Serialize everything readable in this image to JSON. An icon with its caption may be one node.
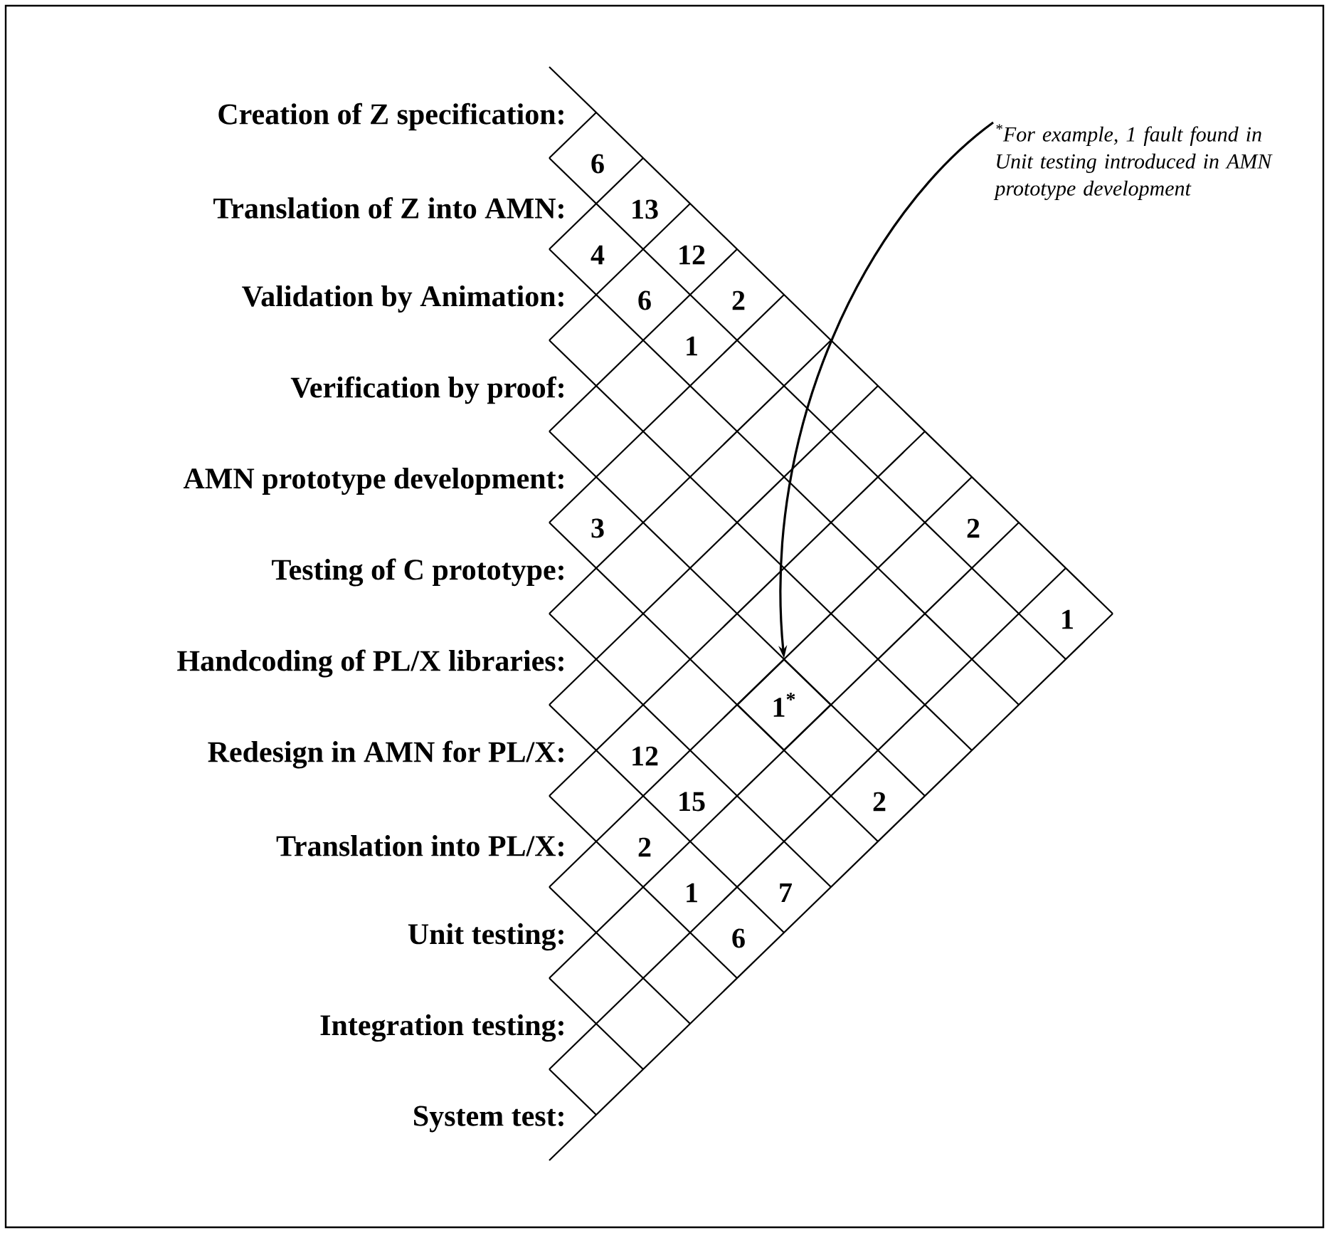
{
  "diagram": {
    "nodes": [
      {
        "text": [
          "$^{*}$For example, 1 fault found in Unit testing introduced in AMN prototype development"
        ]
      },
      {
        "text": [
          "1$^{*}$"
        ]
      }
    ],
    "edges": [
      {
        "from": 0,
        "to": 1,
        "arrow": "to"
      }
    ],
    "labels": [
      "Creation of Z specification:",
      "6",
      "Translation of Z into AMN:",
      "13",
      "4",
      "12",
      "Validation by Animation:",
      "6",
      "2",
      "1",
      "Verification by proof:",
      "AMN prototype development:",
      "3",
      "2",
      "Testing of C prototype:",
      "1",
      "Handcoding of PL/X libraries:",
      "Redesign in AMN for PL/X:",
      "12",
      "15",
      "2",
      "Translation into PL/X:",
      "2",
      "1",
      "7",
      "Unit testing:",
      "6",
      "Integration testing:",
      "System test:"
    ]
  }
}
